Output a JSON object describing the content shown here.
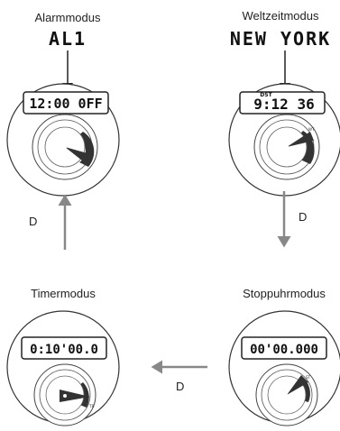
{
  "modes": {
    "alarm": {
      "label": "Alarmmodus",
      "display": "AL1",
      "lcd": "12:00 0FF"
    },
    "worldtime": {
      "label": "Weltzeitmodus",
      "display": "NEW YORK",
      "lcd": "9:12 36",
      "dst": "DST"
    },
    "timer": {
      "label": "Timermodus",
      "lcd": "0:10'00.0"
    },
    "stopwatch": {
      "label": "Stoppuhrmodus",
      "lcd": "00'00.000"
    }
  },
  "arrows": {
    "down": "D",
    "left": "D",
    "up": "D"
  },
  "dial_marks": [
    "ST",
    "TR",
    "AL",
    "WT"
  ]
}
